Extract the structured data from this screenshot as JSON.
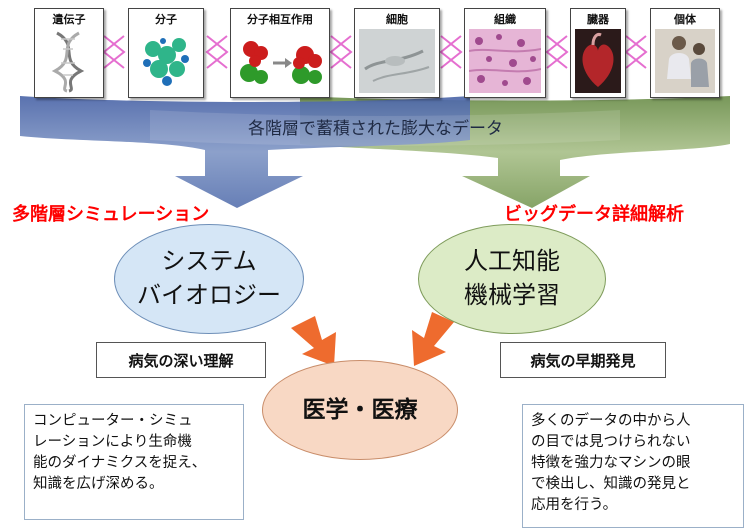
{
  "hierarchy": [
    {
      "label": "遺伝子",
      "icon": "dna-icon"
    },
    {
      "label": "分子",
      "icon": "molecule-icon"
    },
    {
      "label": "分子相互作用",
      "icon": "molecular-interaction-icon"
    },
    {
      "label": "細胞",
      "icon": "cell-icon"
    },
    {
      "label": "組織",
      "icon": "tissue-icon"
    },
    {
      "label": "臓器",
      "icon": "heart-organ-icon"
    },
    {
      "label": "個体",
      "icon": "person-icon"
    }
  ],
  "data_banner": "各階層で蓄積された膨大なデータ",
  "left_title": "多階層シミュレーション",
  "right_title": "ビッグデータ詳細解析",
  "left_ellipse": {
    "line1": "システム",
    "line2": "バイオロジー"
  },
  "right_ellipse": {
    "line1": "人工知能",
    "line2": "機械学習"
  },
  "left_label": "病気の深い理解",
  "right_label": "病気の早期発見",
  "center_ellipse": "医学・医療",
  "left_desc": "コンピューター・シミュ\nレーションにより生命機\n能のダイナミクスを捉え、\n知識を広げ深める。",
  "right_desc": "多くのデータの中から人\nの目では見つけられない\n特徴を強力なマシンの眼\nで検出し、知識の発見と\n応用を行う。",
  "colors": {
    "blue_flow": "#6f86b8",
    "green_flow": "#8fa873",
    "red": "#ff0000",
    "left_ellipse_fill": "#d5e6f6",
    "right_ellipse_fill": "#dcebc6",
    "center_ellipse_fill": "#f8d8c4",
    "orange_arrow": "#ee6b2e",
    "pink_connector": "#e56fd0"
  }
}
